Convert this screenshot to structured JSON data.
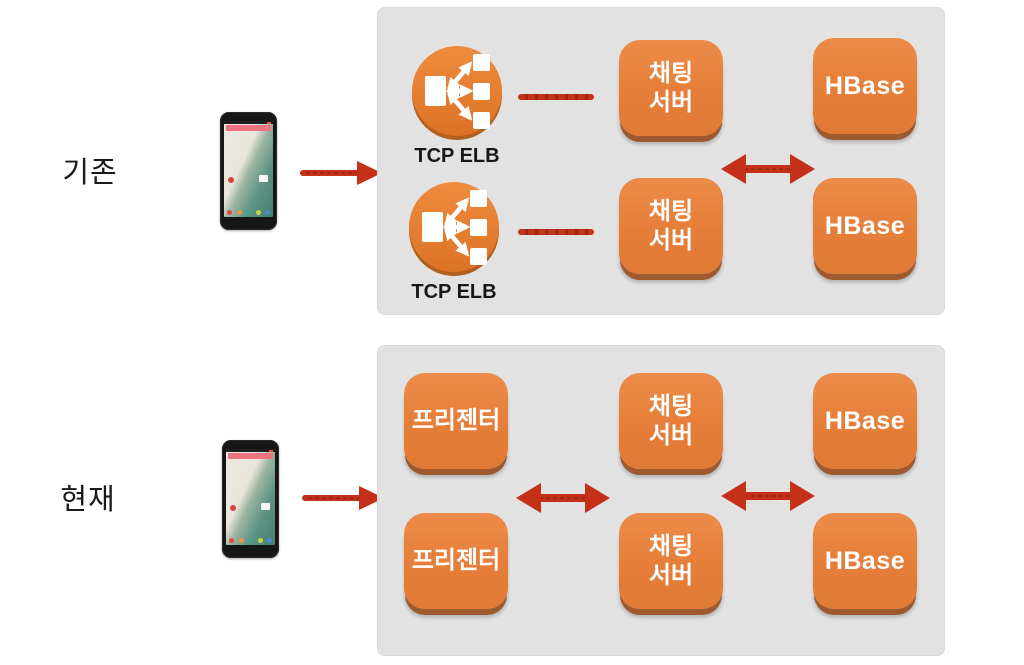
{
  "legacy": {
    "section_label": "기존",
    "elb1_label": "TCP ELB",
    "elb2_label": "TCP ELB",
    "chat1_line1": "채팅",
    "chat1_line2": "서버",
    "chat2_line1": "채팅",
    "chat2_line2": "서버",
    "hbase1_label": "HBase",
    "hbase2_label": "HBase"
  },
  "current": {
    "section_label": "현재",
    "presenter1_label": "프리젠터",
    "presenter2_label": "프리젠터",
    "chat1_line1": "채팅",
    "chat1_line2": "서버",
    "chat2_line1": "채팅",
    "chat2_line2": "서버",
    "hbase1_label": "HBase",
    "hbase2_label": "HBase"
  },
  "icons": {
    "elb": "load-balancer-icon",
    "phone": "smartphone-icon",
    "single_arrow": "arrow-right-icon",
    "double_arrow": "double-arrow-icon",
    "dash": "connector-line"
  },
  "colors": {
    "panel_bg": "#e3e2e2",
    "node_orange": "#e57e38",
    "node_shadow": "#9c5a2e",
    "elb_orange": "#e8812f",
    "arrow_red": "#c43118",
    "text_dark": "#1a1a1a",
    "node_text": "#ffffff"
  }
}
